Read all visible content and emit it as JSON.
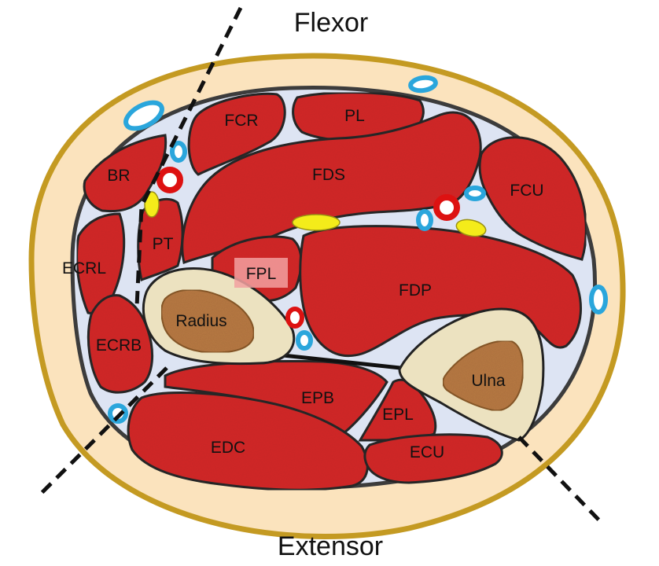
{
  "title_top": "Flexor",
  "title_bottom": "Extensor",
  "muscles": {
    "fcr": "FCR",
    "pl": "PL",
    "fds": "FDS",
    "fcu": "FCU",
    "br": "BR",
    "pt": "PT",
    "ecrl": "ECRL",
    "fpl": "FPL",
    "fdp": "FDP",
    "ecrb": "ECRB",
    "epb": "EPB",
    "epl": "EPL",
    "edc": "EDC",
    "ecu": "ECU"
  },
  "bones": {
    "radius": "Radius",
    "ulna": "Ulna"
  },
  "colors": {
    "skin": "#fbe3bd",
    "skin_border": "#c49a22",
    "fascia": "#dde4f3",
    "muscle": "#d62a2a",
    "bone_cortex": "#ece2c0",
    "bone_marrow": "#b97a45",
    "vein": "#2aa6dc",
    "artery": "#dd1111",
    "nerve": "#f4ec1a"
  }
}
